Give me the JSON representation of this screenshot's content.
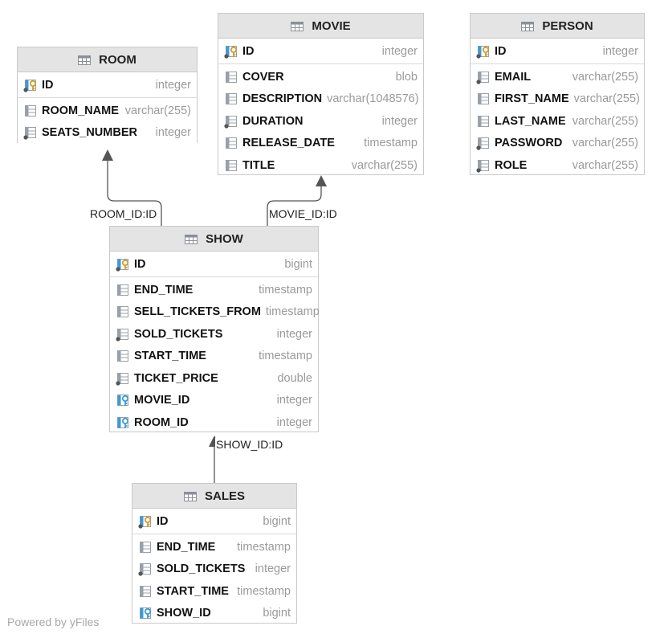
{
  "tables": {
    "room": {
      "name": "ROOM",
      "pk": {
        "name": "ID",
        "type": "integer",
        "icon": "primary-key-icon"
      },
      "columns": [
        {
          "name": "ROOM_NAME",
          "type": "varchar(255)",
          "icon": "column-icon"
        },
        {
          "name": "SEATS_NUMBER",
          "type": "integer",
          "icon": "indexed-column-icon"
        }
      ]
    },
    "movie": {
      "name": "MOVIE",
      "pk": {
        "name": "ID",
        "type": "integer",
        "icon": "primary-key-icon"
      },
      "columns": [
        {
          "name": "COVER",
          "type": "blob",
          "icon": "column-icon"
        },
        {
          "name": "DESCRIPTION",
          "type": "varchar(1048576)",
          "icon": "column-icon"
        },
        {
          "name": "DURATION",
          "type": "integer",
          "icon": "indexed-column-icon"
        },
        {
          "name": "RELEASE_DATE",
          "type": "timestamp",
          "icon": "column-icon"
        },
        {
          "name": "TITLE",
          "type": "varchar(255)",
          "icon": "column-icon"
        }
      ]
    },
    "person": {
      "name": "PERSON",
      "pk": {
        "name": "ID",
        "type": "integer",
        "icon": "primary-key-icon"
      },
      "columns": [
        {
          "name": "EMAIL",
          "type": "varchar(255)",
          "icon": "indexed-column-icon"
        },
        {
          "name": "FIRST_NAME",
          "type": "varchar(255)",
          "icon": "column-icon"
        },
        {
          "name": "LAST_NAME",
          "type": "varchar(255)",
          "icon": "column-icon"
        },
        {
          "name": "PASSWORD",
          "type": "varchar(255)",
          "icon": "indexed-column-icon"
        },
        {
          "name": "ROLE",
          "type": "varchar(255)",
          "icon": "indexed-column-icon"
        }
      ]
    },
    "show": {
      "name": "SHOW",
      "pk": {
        "name": "ID",
        "type": "bigint",
        "icon": "primary-key-icon"
      },
      "columns": [
        {
          "name": "END_TIME",
          "type": "timestamp",
          "icon": "column-icon"
        },
        {
          "name": "SELL_TICKETS_FROM",
          "type": "timestamp",
          "icon": "column-icon"
        },
        {
          "name": "SOLD_TICKETS",
          "type": "integer",
          "icon": "indexed-column-icon"
        },
        {
          "name": "START_TIME",
          "type": "timestamp",
          "icon": "column-icon"
        },
        {
          "name": "TICKET_PRICE",
          "type": "double",
          "icon": "indexed-column-icon"
        },
        {
          "name": "MOVIE_ID",
          "type": "integer",
          "icon": "foreign-key-icon"
        },
        {
          "name": "ROOM_ID",
          "type": "integer",
          "icon": "foreign-key-icon"
        }
      ]
    },
    "sales": {
      "name": "SALES",
      "pk": {
        "name": "ID",
        "type": "bigint",
        "icon": "primary-key-icon"
      },
      "columns": [
        {
          "name": "END_TIME",
          "type": "timestamp",
          "icon": "column-icon"
        },
        {
          "name": "SOLD_TICKETS",
          "type": "integer",
          "icon": "indexed-column-icon"
        },
        {
          "name": "START_TIME",
          "type": "timestamp",
          "icon": "column-icon"
        },
        {
          "name": "SHOW_ID",
          "type": "bigint",
          "icon": "foreign-key-icon"
        }
      ]
    }
  },
  "relations": {
    "show_room": "ROOM_ID:ID",
    "show_movie": "MOVIE_ID:ID",
    "sales_show": "SHOW_ID:ID"
  },
  "watermark": "Powered by yFiles",
  "colors": {
    "header_bg": "#e4e4e4",
    "border": "#c9c9c9",
    "type_text": "#9a9a9a",
    "key_gold": "#d29a2a",
    "fk_blue": "#3c9ad6",
    "edge": "#555555"
  }
}
